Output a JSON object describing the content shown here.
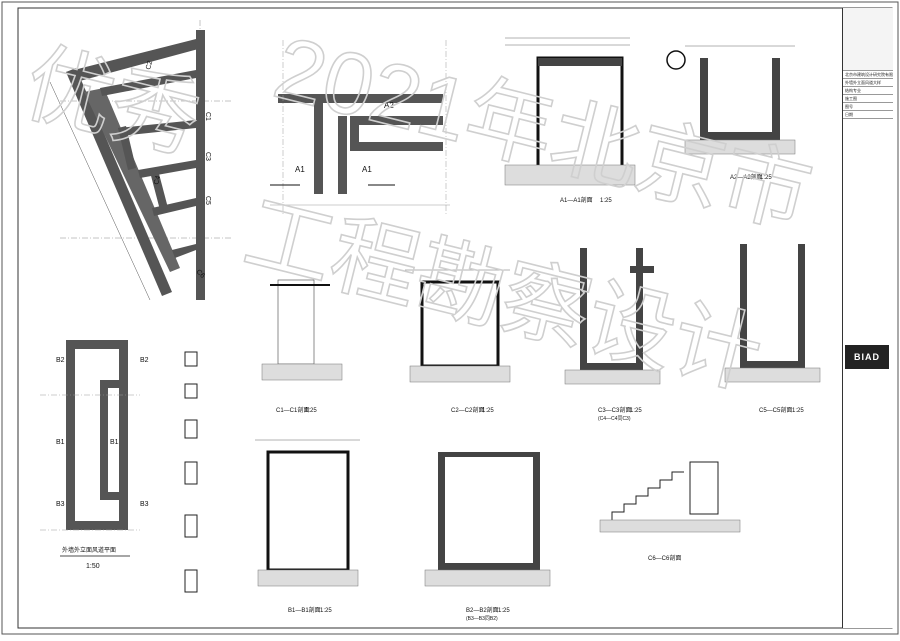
{
  "watermark": {
    "line1": "2021年北京市",
    "line2": "工程勘察设计",
    "line3": "优秀"
  },
  "plan": {
    "title": "外墙外立面风道平面",
    "scale": "1:50"
  },
  "sections": [
    {
      "id": "a1",
      "title": "A1—A1剖面",
      "scale": "1:25"
    },
    {
      "id": "a2",
      "title": "A2—A2剖面",
      "scale": "1:25"
    },
    {
      "id": "c1",
      "title": "C1—C1剖面",
      "scale": "1:25"
    },
    {
      "id": "c2",
      "title": "C2—C2剖面",
      "scale": "1:25"
    },
    {
      "id": "c3",
      "title": "C3—C3剖面",
      "subtitle": "(C4—C4同C3)",
      "scale": "1:25"
    },
    {
      "id": "c5",
      "title": "C5—C5剖面",
      "scale": "1:25"
    },
    {
      "id": "b1",
      "title": "B1—B1剖面",
      "scale": "1:25"
    },
    {
      "id": "b2",
      "title": "B2—B2剖面",
      "subtitle": "(B3—B3同B2)",
      "scale": "1:25"
    },
    {
      "id": "c6",
      "title": "C6—C6剖面",
      "scale": ""
    }
  ],
  "plan_labels": {
    "b2": "B2",
    "b1": "B1",
    "b3": "B3",
    "a1": "A1",
    "a2": "A2",
    "c1": "C1",
    "c2": "C2",
    "c3": "C3",
    "c4": "C4",
    "c5": "C5",
    "c6": "C6"
  },
  "title_block": {
    "logo": "BIAD",
    "rows": [
      "北京市建筑设计研究院有限公司",
      "外墙外立面风道大样",
      "结构专业",
      "施工图",
      "图号",
      "日期"
    ]
  }
}
